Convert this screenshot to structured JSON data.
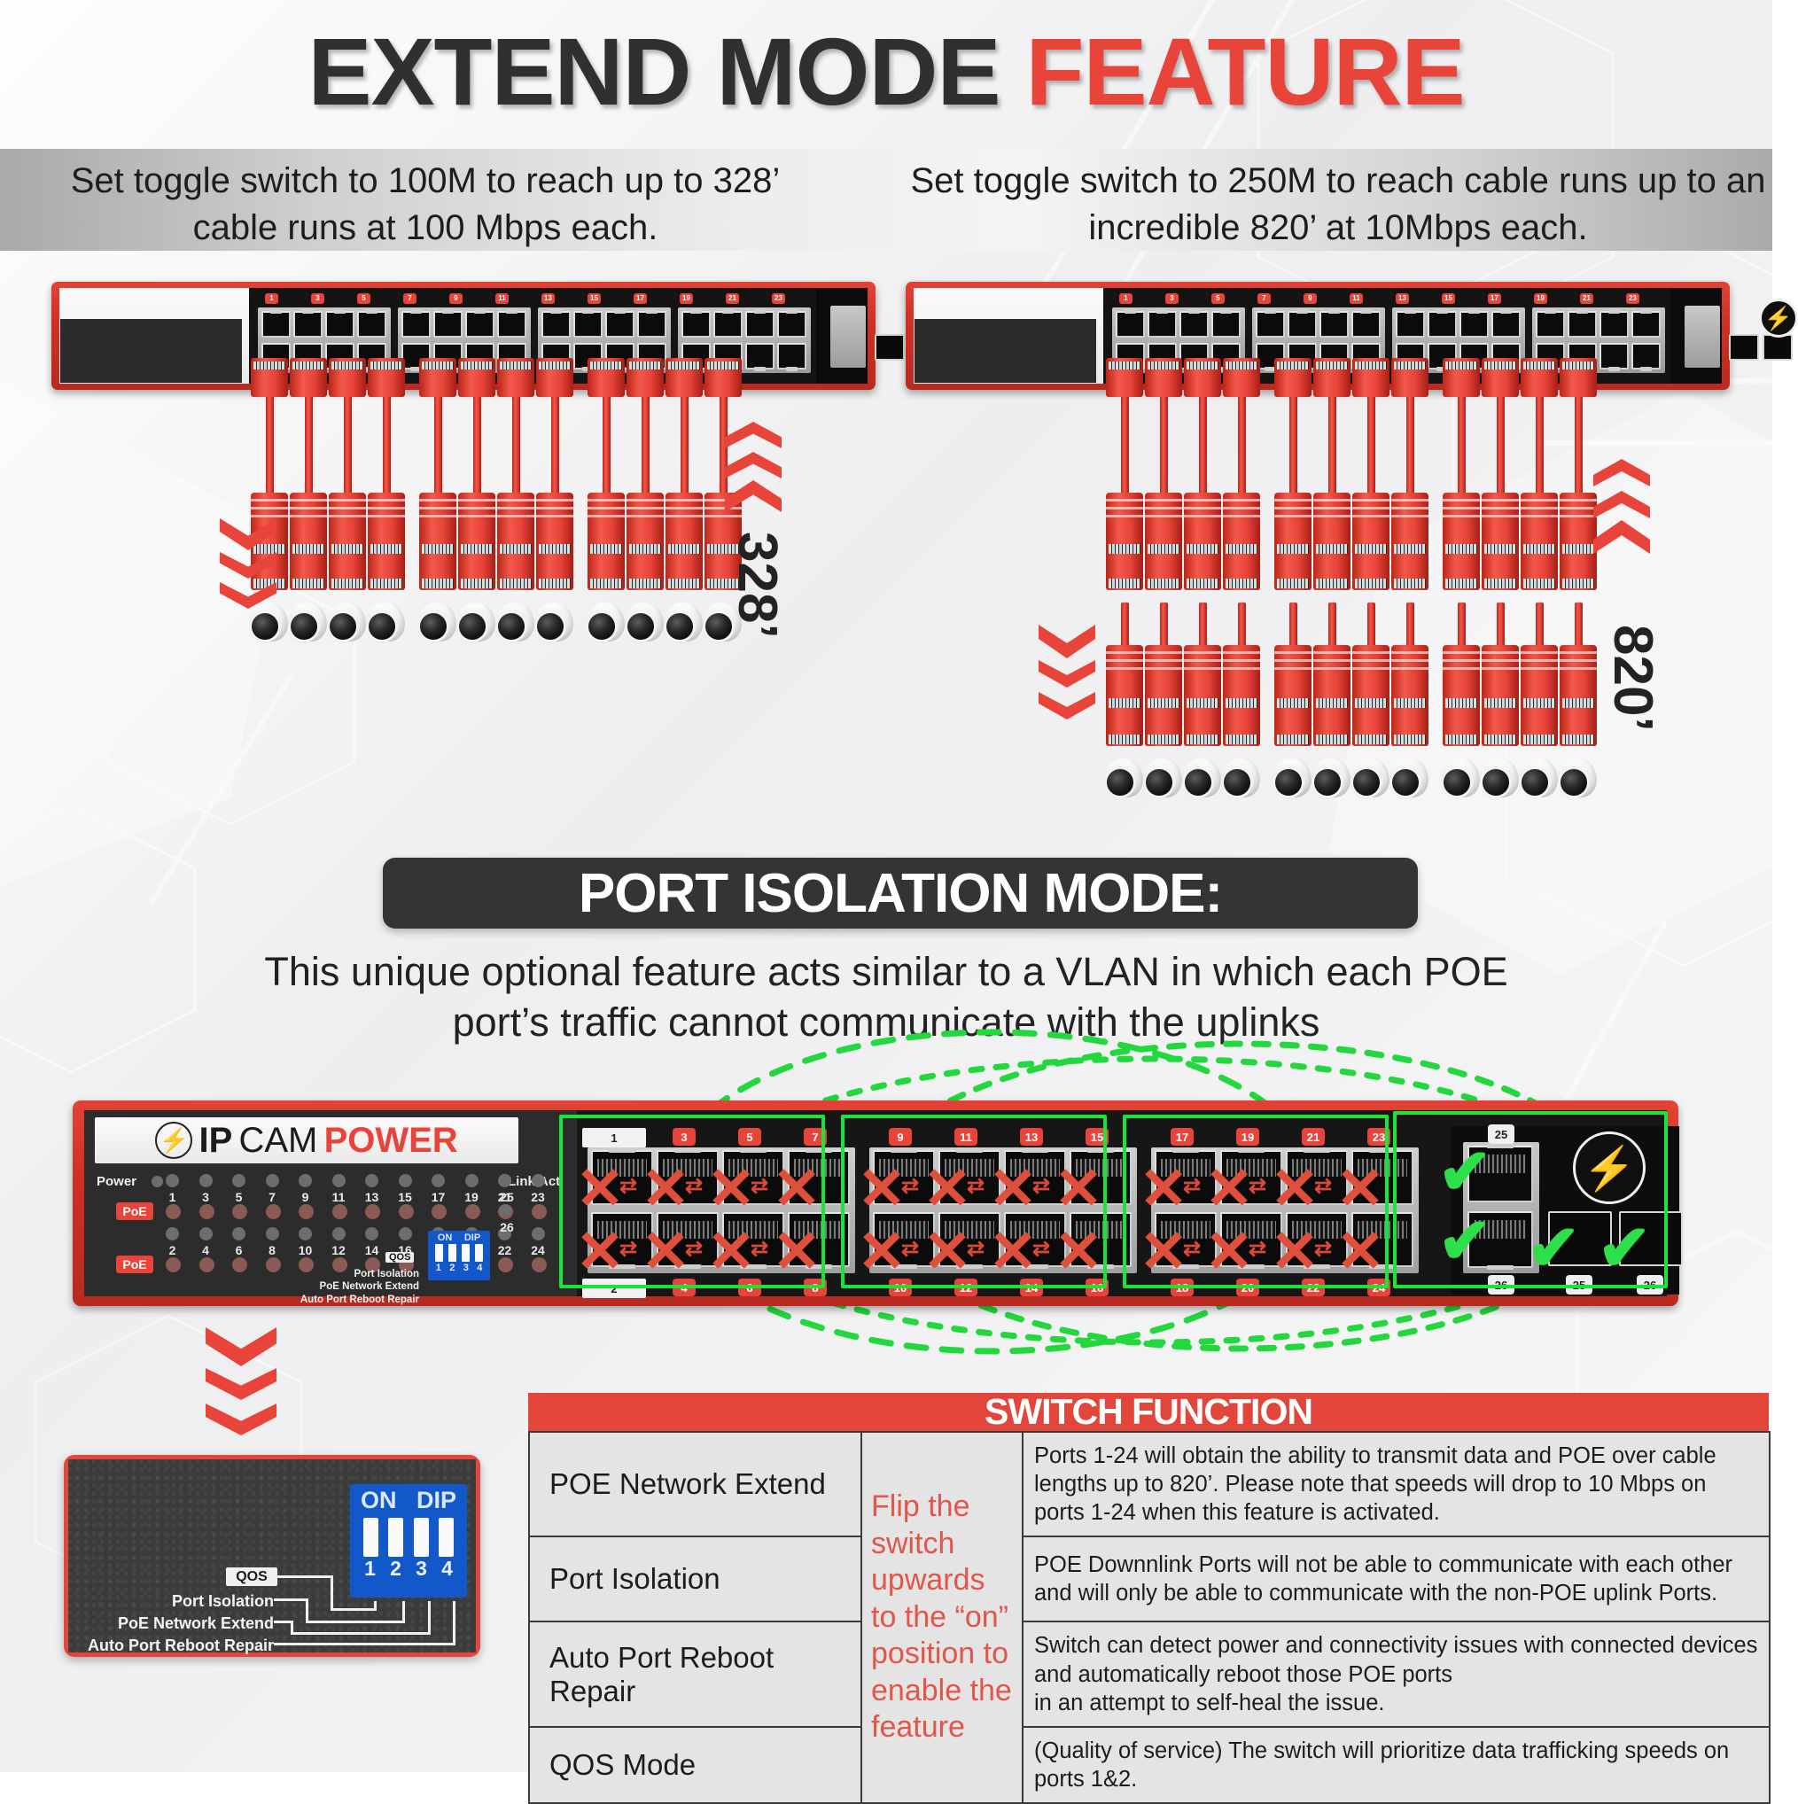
{
  "header": {
    "title_dark": "EXTEND MODE",
    "title_red": "FEATURE",
    "sub_left": "Set toggle switch to 100M to reach up to 328’ cable runs at 100   Mbps each.",
    "sub_right": "Set toggle switch to 250M to reach cable runs up to an incredible 820’ at 10Mbps each."
  },
  "brand": {
    "ip": "IP",
    "cam": "CAM",
    "power": "POWER",
    "bolt": "bolt-icon"
  },
  "device": {
    "power_label": "Power",
    "linkact_label": "Link/Act",
    "poe_tag": "PoE",
    "odd_numbers": [
      "1",
      "3",
      "5",
      "7",
      "9",
      "11",
      "13",
      "15",
      "17",
      "19",
      "21",
      "23"
    ],
    "even_numbers": [
      "2",
      "4",
      "6",
      "8",
      "10",
      "12",
      "14",
      "16",
      "18",
      "20",
      "22",
      "24"
    ],
    "uplink_numbers": [
      "25",
      "26"
    ],
    "dip": {
      "on": "ON",
      "dip": "DIP",
      "numbers": [
        "1",
        "2",
        "3",
        "4"
      ],
      "callouts": [
        "QOS",
        "Port Isolation",
        "PoE Network Extend",
        "Auto Port Reboot Repair"
      ]
    }
  },
  "extend": {
    "left_distance": "328’",
    "right_distance": "820’"
  },
  "port_isolation": {
    "pill_title": "PORT ISOLATION MODE:",
    "paragraph_line1": "This unique optional feature acts similar to a VLAN in which each POE",
    "paragraph_line2": "port’s traffic cannot communicate with the uplinks",
    "blocked_ports": [
      "1",
      "2",
      "3",
      "4",
      "5",
      "6",
      "7",
      "8",
      "9",
      "10",
      "11",
      "12",
      "13",
      "14",
      "15",
      "16",
      "17",
      "18",
      "19",
      "20",
      "21",
      "22",
      "23",
      "24"
    ],
    "allowed_ports": [
      "25",
      "26",
      "25",
      "26"
    ],
    "x_icon": "x-mark-icon",
    "check_icon": "check-mark-icon"
  },
  "switch_function": {
    "heading": "SWITCH FUNCTION",
    "middle_note": "Flip the switch upwards to the “on” position to enable the feature",
    "rows": [
      {
        "name": "POE Network Extend",
        "desc": "Ports 1-24 will obtain the ability to transmit data and POE over cable lengths up to 820’. Please note that speeds will drop to 10 Mbps on ports 1-24 when this feature is activated."
      },
      {
        "name": "Port Isolation",
        "desc": "POE Downnlink Ports will not be able to communicate with each other and will only be able to communicate with the non-POE uplink Ports."
      },
      {
        "name": "Auto Port Reboot Repair",
        "desc": "Switch can detect power and connectivity issues with connected devices and automatically  reboot those POE ports\nin an attempt to self-heal the issue."
      },
      {
        "name": "QOS Mode",
        "desc": "(Quality of service) The switch will prioritize data trafficking speeds on ports 1&2."
      }
    ]
  },
  "colors": {
    "brand_red": "#e8443a",
    "dark": "#2f3031",
    "green": "#18e53a",
    "dip_blue": "#1358c8"
  }
}
